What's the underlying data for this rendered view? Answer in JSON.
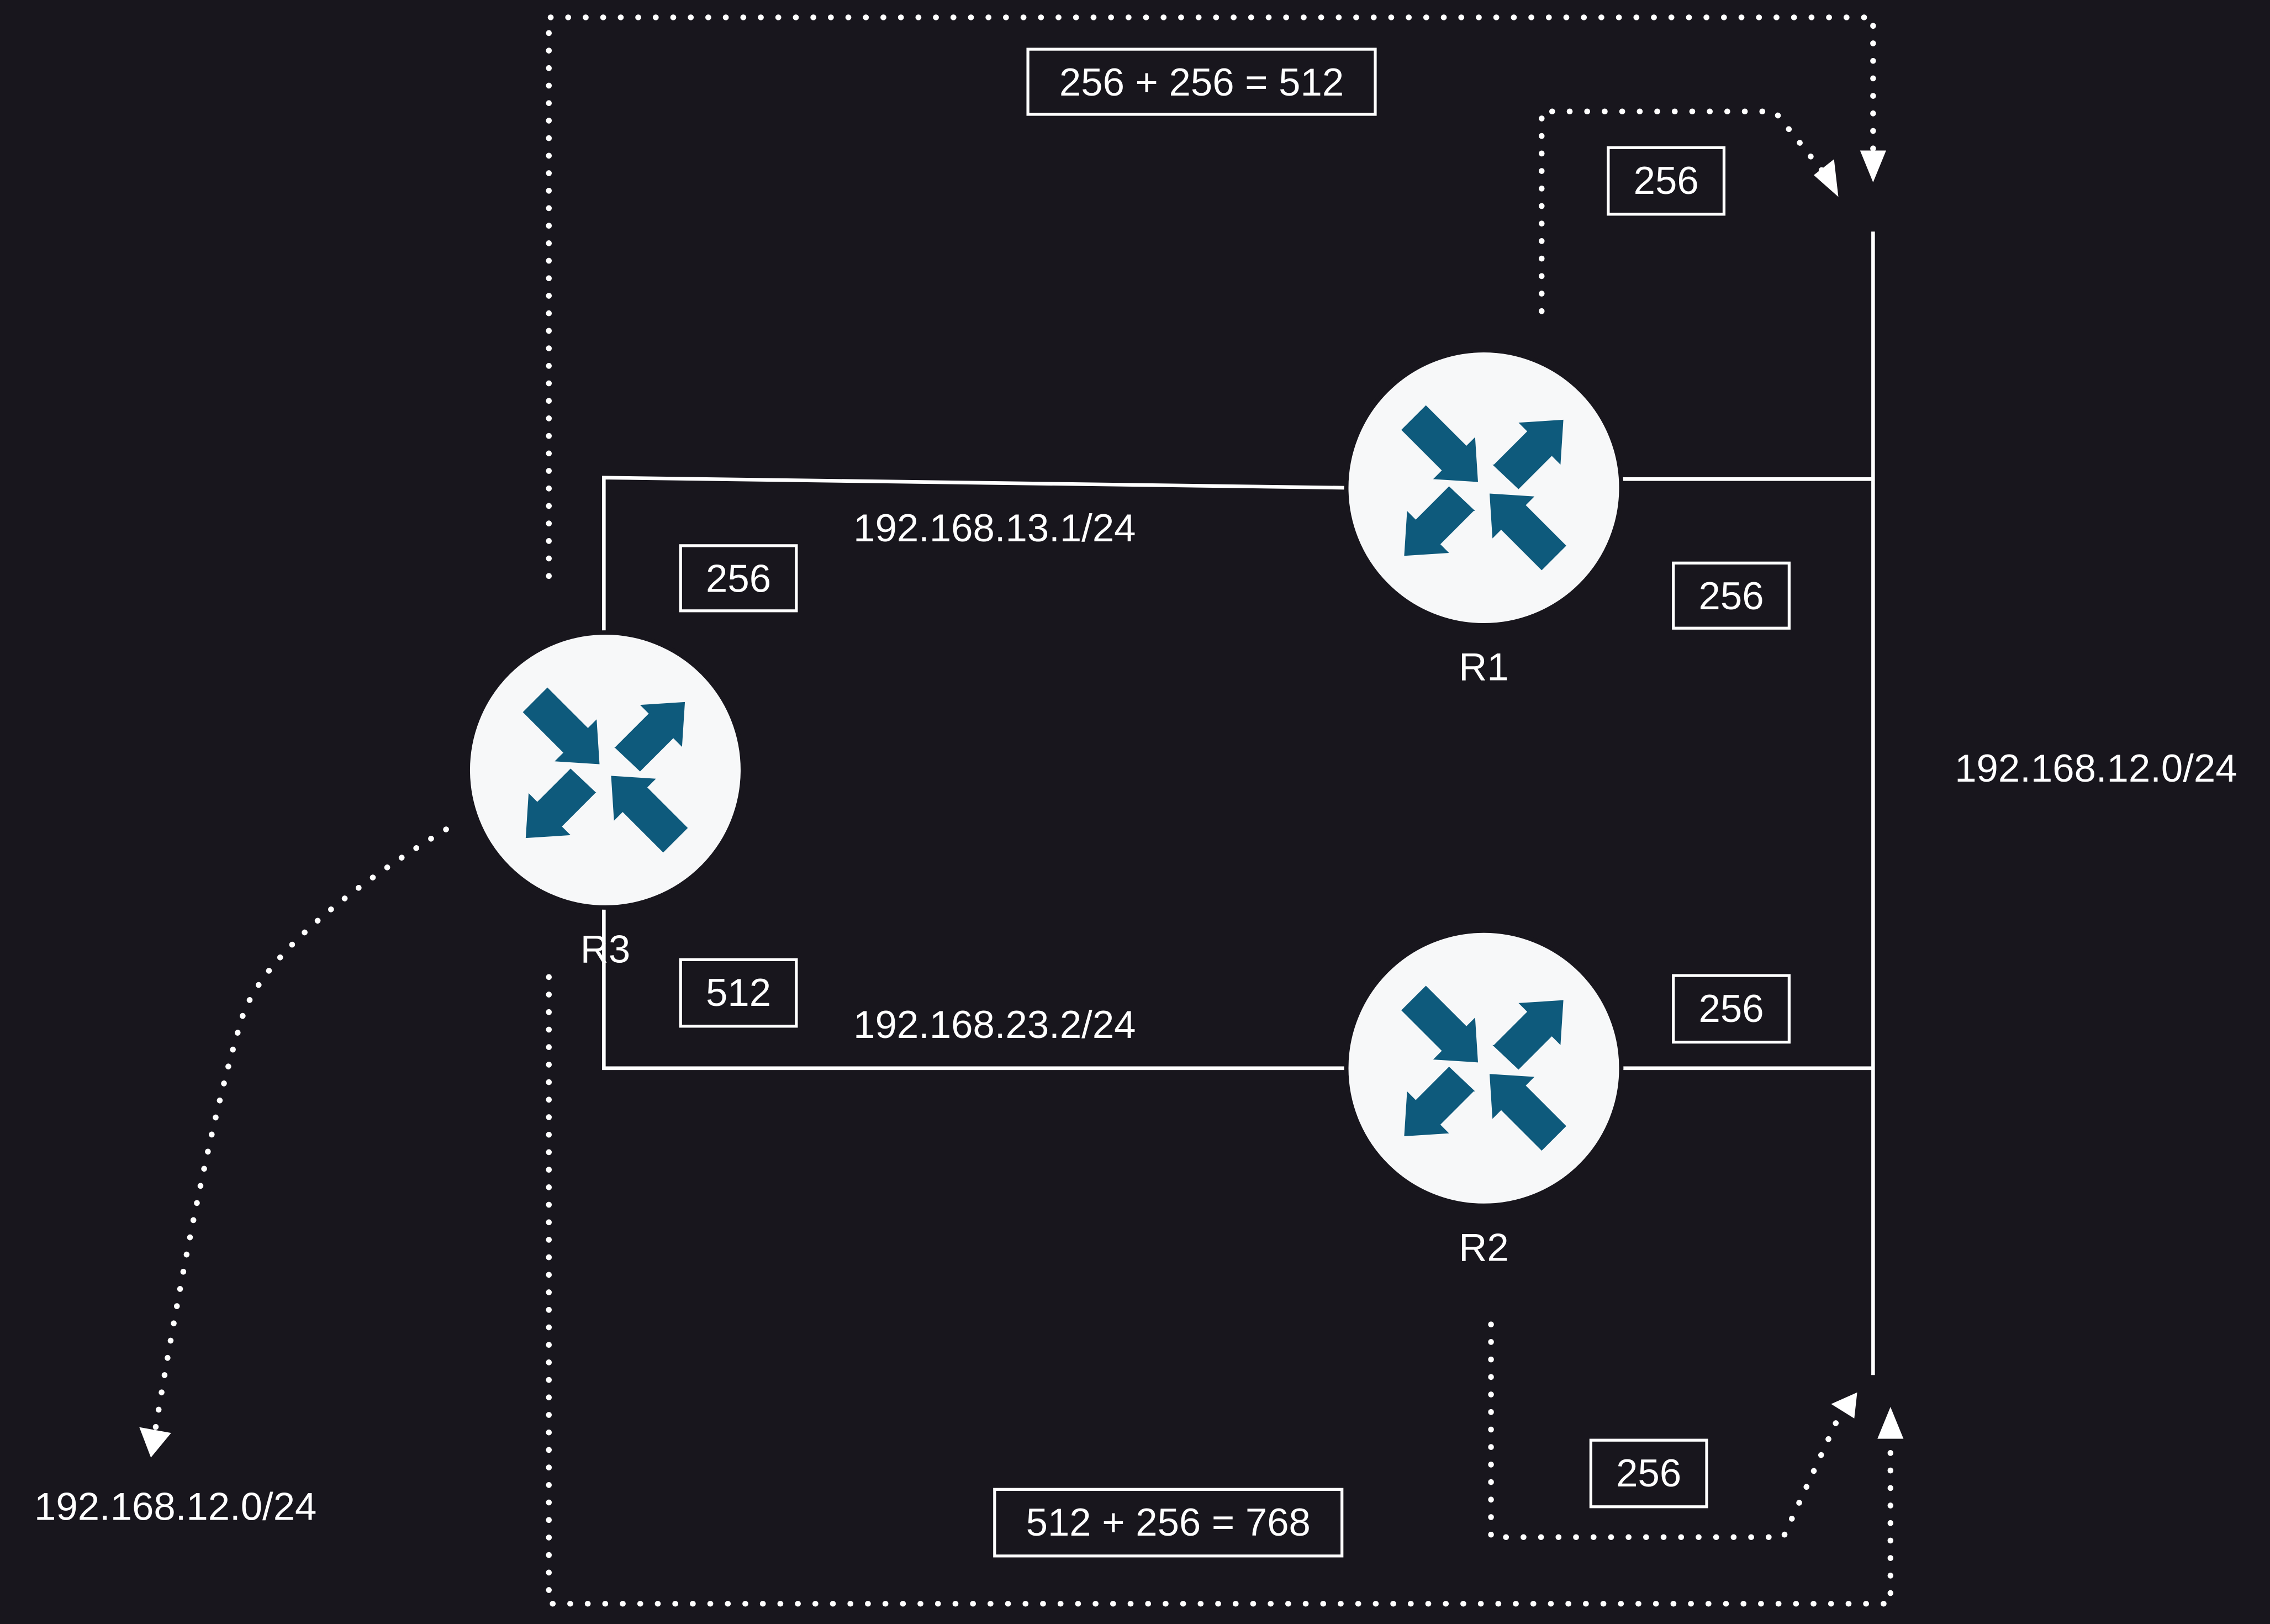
{
  "colors": {
    "background": "#18161d",
    "line": "#ffffff",
    "router_fill": "#f7f8f9",
    "router_arrow": "#0e5a7c"
  },
  "routers": {
    "r1": {
      "label": "R1"
    },
    "r2": {
      "label": "R2"
    },
    "r3": {
      "label": "R3"
    }
  },
  "links": {
    "r1_r3_address": "192.168.13.1/24",
    "r2_r3_address": "192.168.23.2/24",
    "segment_network": "192.168.12.0/24",
    "r3_destination": "192.168.12.0/24"
  },
  "metrics": {
    "top_total": "256 + 256 = 512",
    "top_r1_hop": "256",
    "r1_to_segment": "256",
    "r3_to_r1": "256",
    "r3_to_r2": "512",
    "r2_to_segment": "256",
    "bottom_r2_hop": "256",
    "bottom_total": "512 + 256 = 768"
  }
}
